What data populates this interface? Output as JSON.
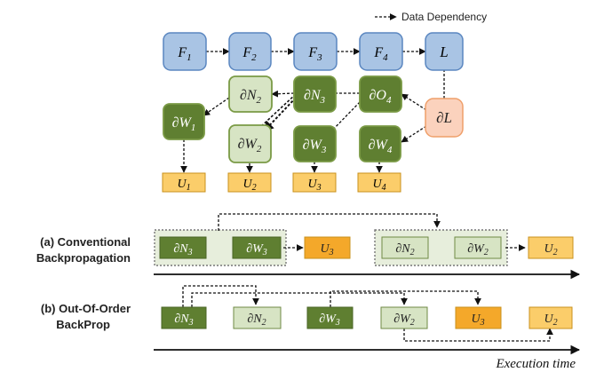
{
  "legend": {
    "data_dependency": "Data Dependency"
  },
  "forward": {
    "f1": "F",
    "f1_sub": "1",
    "f2": "F",
    "f2_sub": "2",
    "f3": "F",
    "f3_sub": "3",
    "f4": "F",
    "f4_sub": "4",
    "loss": "L"
  },
  "backward": {
    "dN2": "∂N",
    "dN2_sub": "2",
    "dN3": "∂N",
    "dN3_sub": "3",
    "dO4": "∂O",
    "dO4_sub": "4",
    "dW1": "∂W",
    "dW1_sub": "1",
    "dW2": "∂W",
    "dW2_sub": "2",
    "dW3": "∂W",
    "dW3_sub": "3",
    "dW4": "∂W",
    "dW4_sub": "4",
    "dL": "∂L"
  },
  "updates": {
    "u1": "U",
    "u1_sub": "1",
    "u2": "U",
    "u2_sub": "2",
    "u3": "U",
    "u3_sub": "3",
    "u4": "U",
    "u4_sub": "4"
  },
  "conventional": {
    "label_line1": "(a) Conventional",
    "label_line2": "Backpropagation",
    "boxes": [
      {
        "text": "∂N",
        "sub": "3"
      },
      {
        "text": "∂W",
        "sub": "3"
      },
      {
        "text": "U",
        "sub": "3"
      },
      {
        "text": "∂N",
        "sub": "2"
      },
      {
        "text": "∂W",
        "sub": "2"
      },
      {
        "text": "U",
        "sub": "2"
      }
    ]
  },
  "out_of_order": {
    "label_line1": "(b) Out-Of-Order",
    "label_line2": "BackProp",
    "boxes": [
      {
        "text": "∂N",
        "sub": "3"
      },
      {
        "text": "∂N",
        "sub": "2"
      },
      {
        "text": "∂W",
        "sub": "3"
      },
      {
        "text": "∂W",
        "sub": "2"
      },
      {
        "text": "U",
        "sub": "3"
      },
      {
        "text": "U",
        "sub": "2"
      }
    ]
  },
  "axis": {
    "label": "Execution time"
  },
  "colors": {
    "forward_fill": "#a9c4e4",
    "forward_stroke": "#5a86c0",
    "dark_green": "#5f7f31",
    "light_green": "#d7e4c4",
    "green_stroke": "#7a9a45",
    "loss_fill": "#fbd2bd",
    "loss_stroke": "#ef9f6a",
    "light_orange": "#fbcd6a",
    "dark_orange": "#f4a82a",
    "orange_stroke": "#c8911d"
  }
}
